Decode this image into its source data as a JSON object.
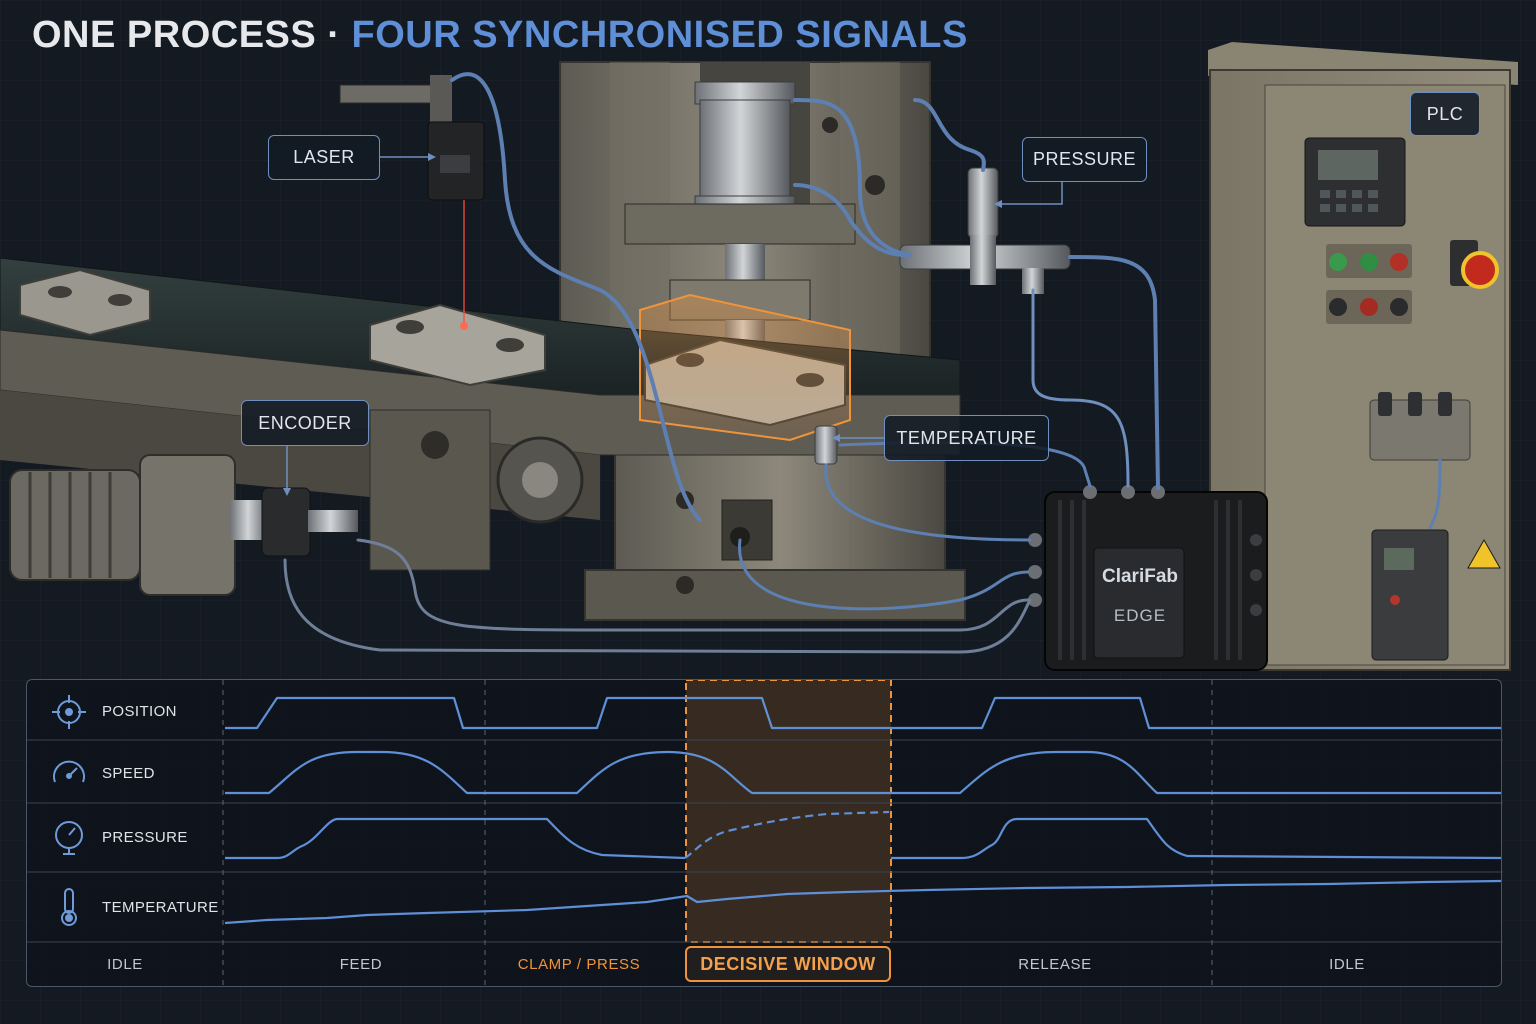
{
  "title": {
    "part1": "ONE PROCESS · ",
    "part2": "FOUR SYNCHRONISED SIGNALS"
  },
  "callouts": {
    "laser": "LASER",
    "pressure": "PRESSURE",
    "plc": "PLC",
    "encoder": "ENCODER",
    "temperature": "TEMPERATURE"
  },
  "edge_device": {
    "brand": "ClariFab",
    "model": "EDGE"
  },
  "timeline": {
    "rows": [
      {
        "label": "POSITION",
        "icon": "crosshair-icon"
      },
      {
        "label": "SPEED",
        "icon": "gauge-icon"
      },
      {
        "label": "PRESSURE",
        "icon": "pressure-gauge-icon"
      },
      {
        "label": "TEMPERATURE",
        "icon": "thermometer-icon"
      }
    ],
    "phases": [
      {
        "label": "IDLE"
      },
      {
        "label": "FEED"
      },
      {
        "label": "CLAMP / PRESS"
      },
      {
        "label": "DECISIVE WINDOW"
      },
      {
        "label": "RELEASE"
      },
      {
        "label": "IDLE"
      }
    ]
  },
  "colors": {
    "signal": "#5f8fd6",
    "accent": "#f0943c",
    "panel_border": "#4b5768",
    "background": "#141a22"
  }
}
